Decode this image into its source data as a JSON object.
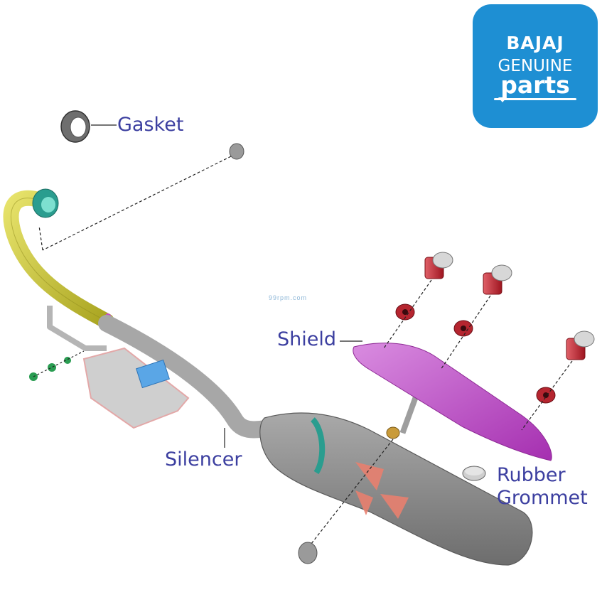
{
  "labels": {
    "gasket": "Gasket",
    "shield": "Shield",
    "silencer": "Silencer",
    "rubber_grommet_line1": "Rubber",
    "rubber_grommet_line2": "Grommet"
  },
  "logo": {
    "brand": "BAJAJ",
    "line2": "GENUINE",
    "line3": "parts"
  },
  "watermark": "99rpm.com",
  "colors": {
    "label_text": "#3c3fa0",
    "logo_bg": "#1e8fd3",
    "header_pipe": "#c9c43a",
    "shield": "#c64fc9",
    "bolt": "#c21f2a",
    "silencer": "#8a8a8a"
  }
}
